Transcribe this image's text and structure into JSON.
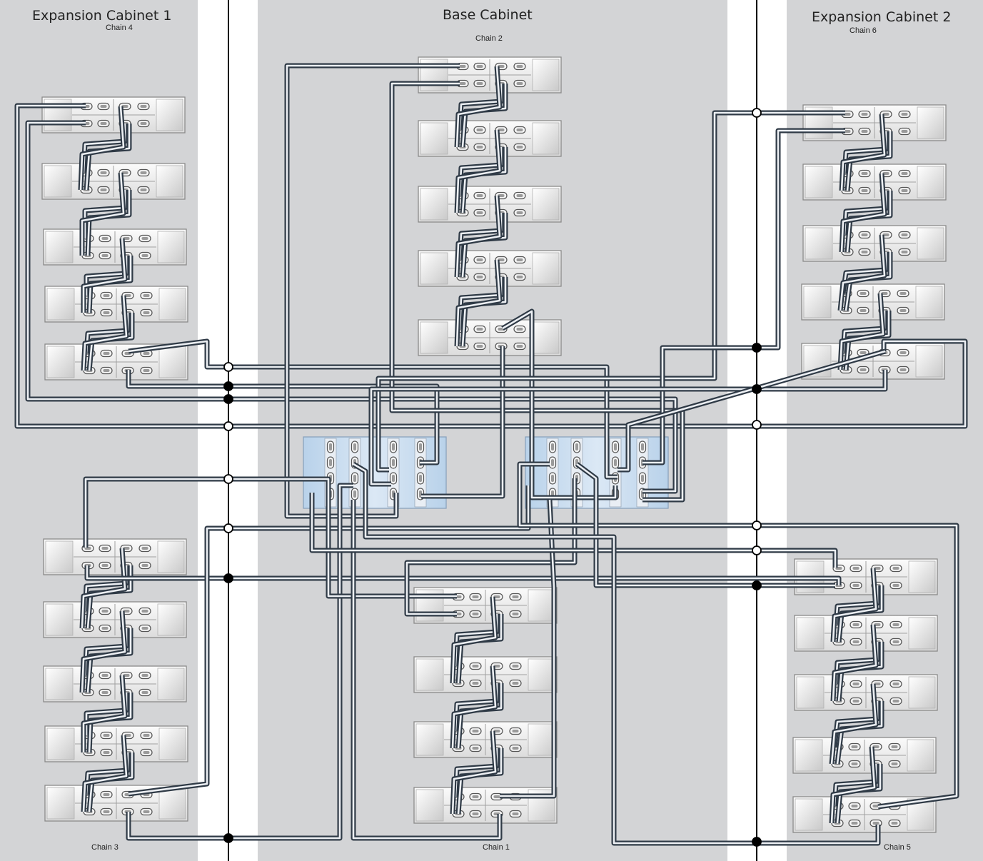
{
  "cabinets": {
    "left": {
      "title": "Expansion Cabinet 1"
    },
    "center": {
      "title": "Base Cabinet"
    },
    "right": {
      "title": "Expansion Cabinet 2"
    }
  },
  "chains": {
    "chain1": "Chain 1",
    "chain2": "Chain 2",
    "chain3": "Chain 3",
    "chain4": "Chain 4",
    "chain5": "Chain 5",
    "chain6": "Chain 6"
  },
  "colors": {
    "cabinet_bg": "#d3d4d6",
    "shelf_fill": "#efefef",
    "controller_fill": "#c5daee",
    "cable_outer": "#2f3a46",
    "cable_inner": "#eceff3",
    "bus_line": "#000000"
  },
  "connection_points": {
    "open": "open-circle-connector",
    "filled": "filled-circle-connector"
  }
}
